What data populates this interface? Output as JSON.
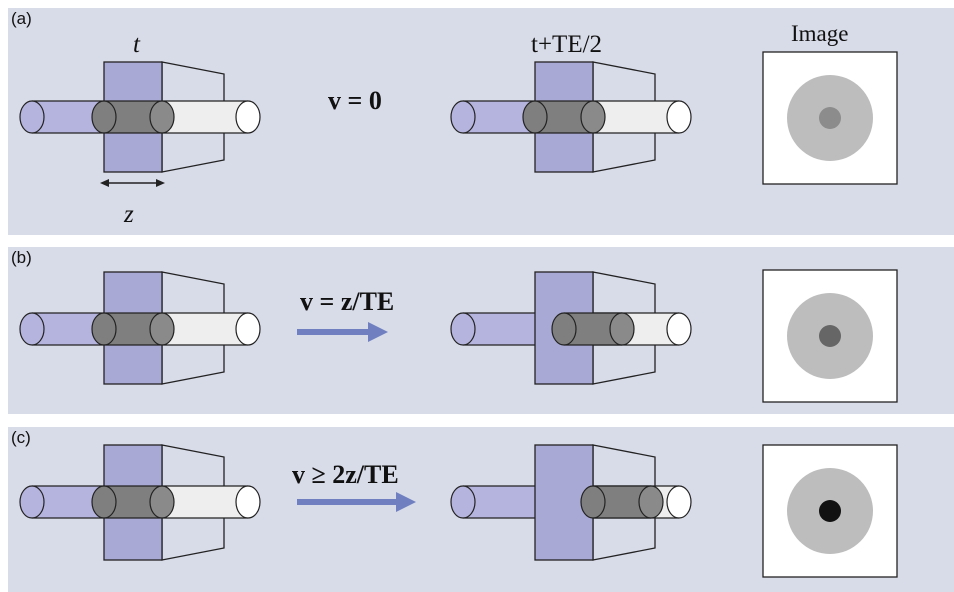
{
  "panels": [
    {
      "label": "(a)",
      "velocity_text": "v = 0",
      "arrow": "none",
      "spin_shift": 0,
      "dot_color": "#8c8c8c"
    },
    {
      "label": "(b)",
      "velocity_text": "v = z/TE",
      "arrow": "short",
      "spin_shift": 0.5,
      "dot_color": "#666666"
    },
    {
      "label": "(c)",
      "velocity_text": "v ≥ 2z/TE",
      "arrow": "long",
      "spin_shift": 1,
      "dot_color": "#111111"
    }
  ],
  "labels": {
    "t": "t",
    "t_te": "t+TE/2",
    "z": "z",
    "image": "Image"
  },
  "colors": {
    "panel_bg": "#d8dbe8",
    "slice": "#a9a9d6",
    "tube_fill": "#b4b4de",
    "spins": "#7f7f7f",
    "arrow": "#6f7fbf",
    "image_ring": "#bdbdbd"
  }
}
